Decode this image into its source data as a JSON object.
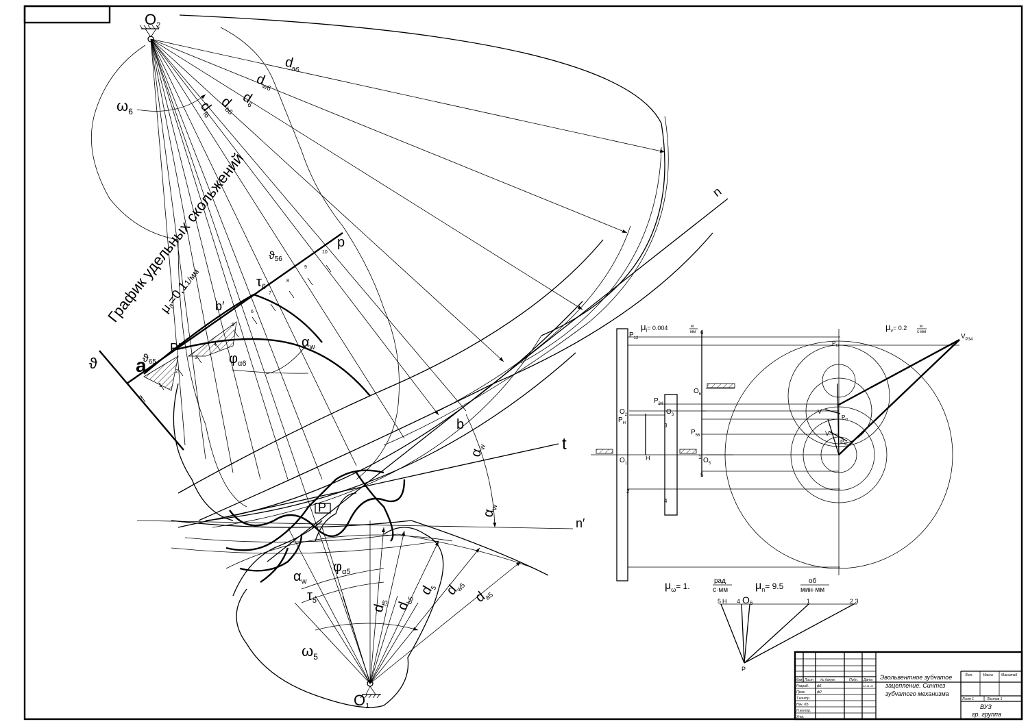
{
  "frame": {
    "border_color": "#000000",
    "background": "#ffffff"
  },
  "gear_meshing": {
    "upper_center": "O",
    "upper_center_sub": "2",
    "lower_center": "O",
    "lower_center_sub": "1",
    "omega_upper": "ω",
    "omega_upper_sub": "6",
    "omega_lower": "ω",
    "omega_lower_sub": "5",
    "dims_upper": [
      {
        "base": "d",
        "sub": "a6"
      },
      {
        "base": "d",
        "sub": "w6"
      },
      {
        "base": "d",
        "sub": "6"
      },
      {
        "base": "d",
        "sub": "b6"
      },
      {
        "base": "d",
        "sub": "f6"
      }
    ],
    "dims_lower": [
      {
        "base": "d",
        "sub": "f5"
      },
      {
        "base": "d",
        "sub": "b5"
      },
      {
        "base": "d",
        "sub": "5"
      },
      {
        "base": "d",
        "sub": "w5"
      },
      {
        "base": "d",
        "sub": "a5"
      }
    ],
    "line_n": "n",
    "line_n_prime": "n′",
    "line_t": "t",
    "label_p": "p",
    "label_a": "a",
    "label_b": "b",
    "label_b_prime": "b′",
    "label_p_prime": "P′",
    "label_P": "P",
    "alpha_w": "α",
    "alpha_w_sub": "w",
    "phi_alpha6": "φ",
    "phi_alpha6_sub": "α6",
    "phi_alpha5": "φ",
    "phi_alpha5_sub": "α5",
    "tau6": "τ",
    "tau6_sub": "6",
    "tau5": "τ",
    "tau5_sub": "5",
    "theta_axis": "ϑ",
    "theta_65": "ϑ",
    "theta_65_sub": "65",
    "theta_56": "ϑ",
    "theta_56_sub": "56",
    "scale_ticks": [
      "0",
      "1",
      "2",
      "3",
      "4",
      "5",
      "6",
      "7",
      "8",
      "9",
      "10"
    ]
  },
  "sliding_graph": {
    "title": "График удельных скольжений",
    "scale_symbol": "μ",
    "scale_sub": "ϑ",
    "scale_value": "=0,1",
    "scale_unit": "1/мм"
  },
  "kinematic_scheme": {
    "mu_l": "μ",
    "mu_l_sub": "l",
    "mu_l_value": "= 0.004",
    "mu_l_unit_num": "м",
    "mu_l_unit_den": "мм",
    "mu_v": "μ",
    "mu_v_sub": "v",
    "mu_v_value": "= 0.2",
    "mu_v_unit_num": "м",
    "mu_v_unit_den": "с·мм",
    "v_p34": "V",
    "v_p34_sub": "P34",
    "p12": "P",
    "p12_sub": "12",
    "p34": "P",
    "p34_sub": "34",
    "p56": "P",
    "p56_sub": "56",
    "pH": "P",
    "pH_sub": "H",
    "o_labels": [
      "O",
      "O",
      "O",
      "O",
      "O"
    ],
    "o_subs": [
      "1",
      "2",
      "3",
      "5",
      "6"
    ],
    "carrier": "H",
    "link_numbers": [
      "1",
      "2",
      "3",
      "4",
      "5",
      "6"
    ],
    "v_small": [
      "V",
      "V"
    ],
    "mu_omega": "μ",
    "mu_omega_sub": "ω",
    "mu_omega_value": "= 1.",
    "mu_omega_unit_num": "рад",
    "mu_omega_unit_den": "с·мм",
    "mu_n": "μ",
    "mu_n_sub": "n",
    "mu_n_value": "= 9.5",
    "mu_n_unit_num": "об",
    "mu_n_unit_den": "мин·мм",
    "speed_plan": {
      "labels": [
        "5",
        "H",
        "4",
        "O",
        "6",
        "1",
        "2,3",
        "P"
      ]
    }
  },
  "title_block": {
    "document_title_l1": "Эвольвентное зубчатое",
    "document_title_l2": "зацепление. Синтез",
    "document_title_l3": "зубчатого механизма",
    "col_headers": [
      "Изм",
      "Лист",
      "№ докум.",
      "Подп.",
      "Дата"
    ],
    "rows": [
      {
        "label": "Разраб.",
        "name": "ф1",
        "date": "22.11.12"
      },
      {
        "label": "Пров.",
        "name": "ф2",
        "date": ""
      },
      {
        "label": "Т.контр.",
        "name": "",
        "date": ""
      },
      {
        "label": "Нач. КБ",
        "name": "",
        "date": ""
      },
      {
        "label": "Н.контр.",
        "name": "",
        "date": ""
      },
      {
        "label": "Утв.",
        "name": "",
        "date": ""
      }
    ],
    "lit": "Лит.",
    "mass": "Масса",
    "scale": "Масштаб",
    "sheet": "Лист 1",
    "sheets": "Листов 1",
    "org": "ВУЗ",
    "group": "гр. группа"
  }
}
